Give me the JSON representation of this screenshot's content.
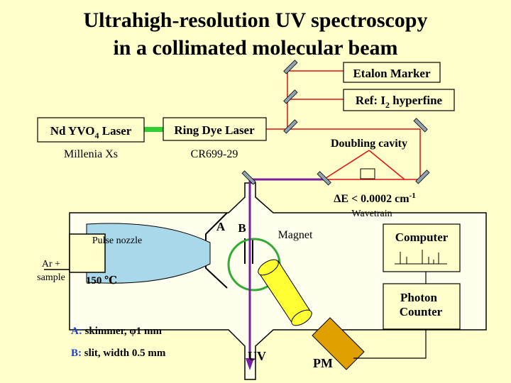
{
  "title": {
    "line1": "Ultrahigh-resolution UV spectroscopy",
    "line2": "in a collimated molecular beam"
  },
  "labels": {
    "etalon": "Etalon Marker",
    "ref_main": "Ref: I",
    "ref_sub": "2",
    "ref_tail": " hyperfine",
    "nd_main": "Nd YVO",
    "nd_sub": "4",
    "nd_tail": " Laser",
    "millenia": "Millenia Xs",
    "ring_dye": "Ring Dye Laser",
    "cr699": "CR699-29",
    "doubling": "Doubling cavity",
    "delta_main": "ΔE < 0.0002 cm",
    "delta_sup": "-1",
    "wavetrain": "Wavetrain",
    "label_a": "A",
    "label_b": "B",
    "magnet": "Magnet",
    "computer": "Computer",
    "pulse_nozzle": "Pulse nozzle",
    "ar_line1": "Ar +",
    "ar_line2": "sample",
    "temperature": "150 ℃",
    "photon_line1": "Photon",
    "photon_line2": "Counter",
    "legend_a_key": "A:",
    "legend_a_text": " skimmer, φ1 mm",
    "legend_b_key": "B:",
    "legend_b_text": " slit, width 0.5 mm",
    "uv": "UV",
    "pm": "PM"
  },
  "colors": {
    "background": "#ffffcc",
    "laser_visible": "#e01010",
    "laser_uv": "#7a1fa0",
    "pump_beam": "#33cc33",
    "mirror": "#8fa3b3",
    "detector": "#e0a000",
    "nozzle": "#a8d8ea",
    "chamber_fill": "#ffffee",
    "magnet_ring": "#33aa33",
    "optics": "#ffff33",
    "box_fill": "#ffffcc",
    "legend_key": "#1a3fcc"
  }
}
